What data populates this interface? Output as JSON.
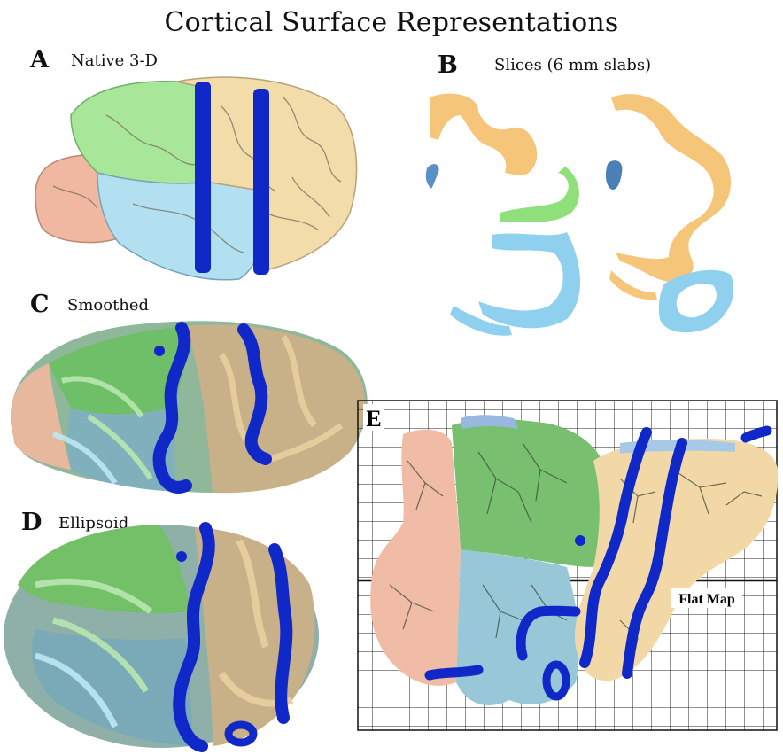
{
  "title": "Cortical Surface Representations",
  "panels": {
    "a": {
      "letter": "A",
      "label": "Native 3-D"
    },
    "b": {
      "letter": "B",
      "label": "Slices (6 mm slabs)"
    },
    "c": {
      "letter": "C",
      "label": "Smoothed"
    },
    "d": {
      "letter": "D",
      "label": "Ellipsoid"
    },
    "e": {
      "letter": "E",
      "label": "Flat Map"
    }
  },
  "colors": {
    "frontal": "#f0d49a",
    "frontal_dark": "#b8a278",
    "parietal": "#9ee08a",
    "parietal_dark": "#5fb060",
    "temporal": "#a8dcec",
    "temporal_dark": "#6fa8b8",
    "occipital": "#f0b8a0",
    "occipital_dark": "#c08c7a",
    "marker": "#1028c8",
    "slice_orange": "#f5c57a",
    "slice_blue": "#8fd0ef"
  }
}
